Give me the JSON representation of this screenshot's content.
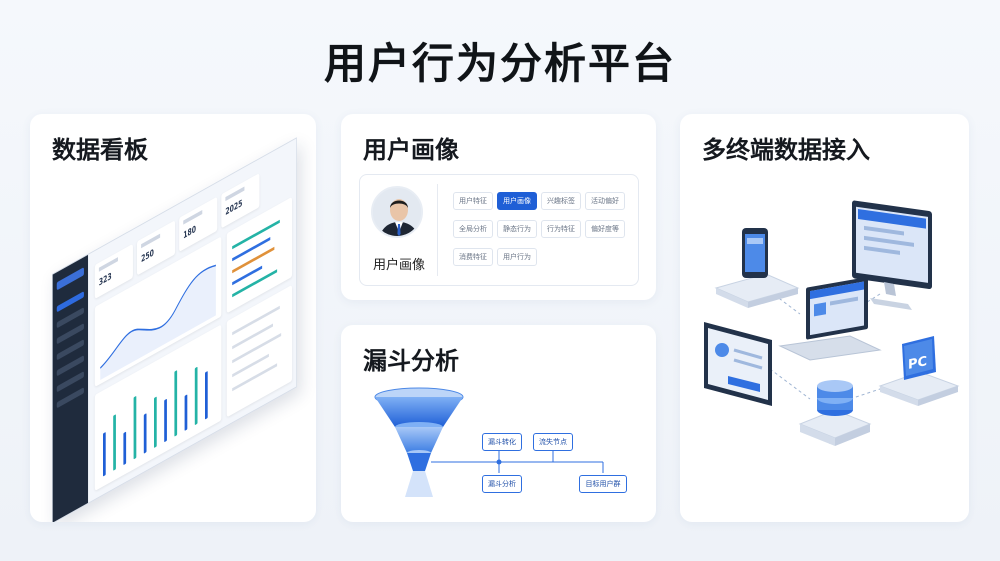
{
  "page": {
    "title": "用户行为分析平台"
  },
  "cards": {
    "dashboard": {
      "title": "数据看板"
    },
    "portrait": {
      "title": "用户画像",
      "avatar_label": "用户画像",
      "tags": [
        "用户特征",
        "用户画像",
        "兴趣标签",
        "活动偏好",
        "全局分析",
        "静态行为",
        "行为特征",
        "偏好度等",
        "消费特征",
        "用户行为"
      ]
    },
    "funnel": {
      "title": "漏斗分析",
      "nodes": [
        "漏斗转化",
        "流失节点",
        "漏斗分析",
        "目标用户群"
      ]
    },
    "multi": {
      "title": "多终端数据接入",
      "pc_label": "PC"
    }
  },
  "dashboard_mock": {
    "kpis": [
      "323",
      "250",
      "180",
      "2025"
    ],
    "bars": [
      0.62,
      0.78,
      0.45,
      0.88,
      0.55,
      0.72,
      0.6,
      0.93,
      0.5,
      0.82,
      0.67
    ],
    "colors": {
      "primary": "#1f5fd6",
      "accent": "#24b3a6",
      "sidebar": "#1f2b3d"
    }
  }
}
